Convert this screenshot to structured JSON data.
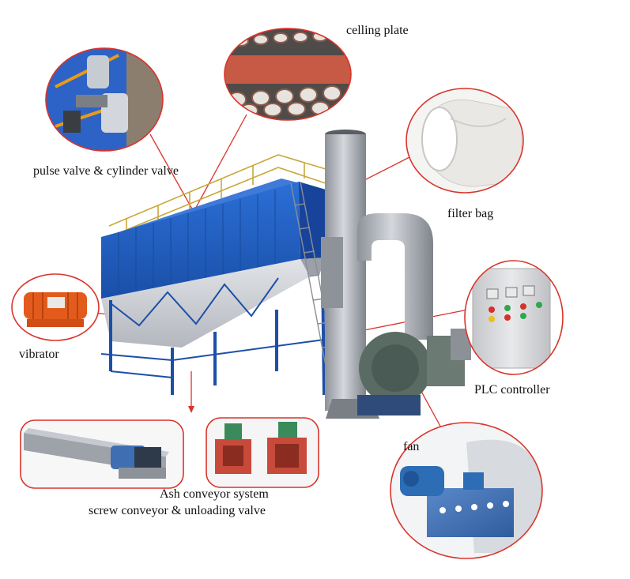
{
  "labels": {
    "celling_plate": "celling plate",
    "pulse_valve": "pulse valve & cylinder valve",
    "filter_bag": "filter bag",
    "vibrator": "vibrator",
    "plc_controller": "PLC controller",
    "fan": "fan",
    "ash_conveyor": "Ash conveyor system",
    "screw_conveyor": "screw conveyor & unloading valve"
  },
  "colors": {
    "callout_outline": "#d9342b",
    "body_blue": "#1f5fc4",
    "hopper_silver": "#c9ccd3",
    "frame_blue": "#1d4fa8",
    "stack_silver": "#a9aeb6",
    "vibrator_orange": "#e35b1c",
    "valve_red": "#c74a3a",
    "cabinet_gray": "#d6d7da"
  }
}
